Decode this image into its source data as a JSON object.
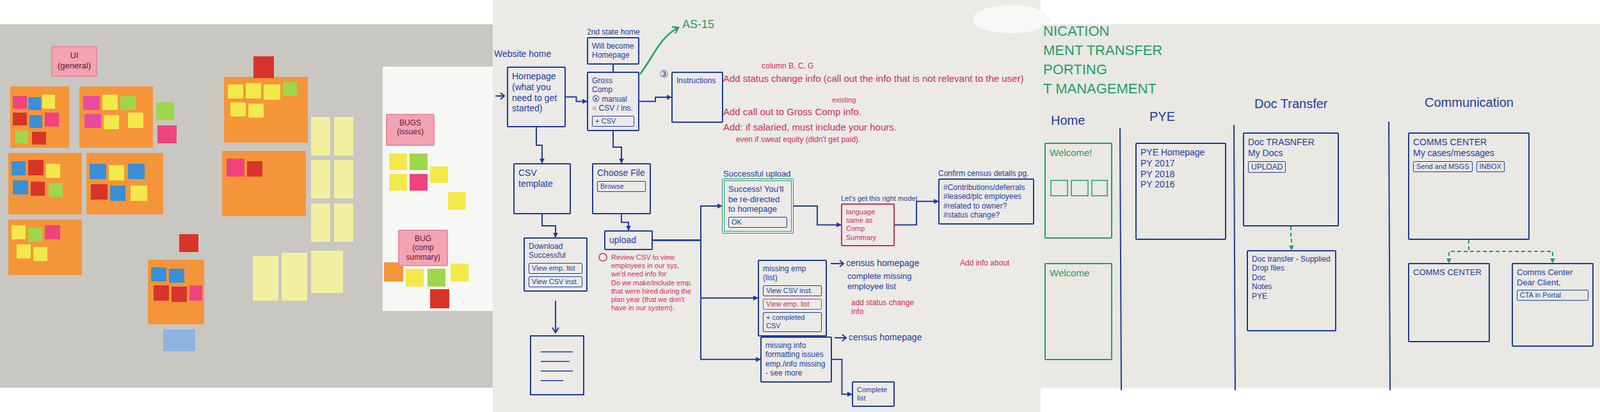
{
  "diagram": {
    "nodes": [
      {
        "text": [
          "UI (general)"
        ]
      },
      {
        "text": [
          "BUGS (issues)"
        ]
      },
      {
        "text": [
          "BUG (comp summary)"
        ]
      },
      {
        "text": [
          "Homepage (what you need to get started)"
        ]
      },
      {
        "text": [
          "2nd state home",
          "Will become Homepage"
        ]
      },
      {
        "text": [
          "Gross Comp",
          "⦿ manual",
          "○ CSV / ins."
        ]
      },
      {
        "text": [
          "+ CSV"
        ],
        "in": 5
      },
      {
        "text": [
          "Instructions"
        ]
      },
      {
        "text": [
          "CSV template"
        ]
      },
      {
        "text": [
          "Choose File"
        ]
      },
      {
        "text": [
          "Browse"
        ],
        "in": 9
      },
      {
        "text": [
          "upload"
        ]
      },
      {
        "text": [
          "Download Successful"
        ]
      },
      {
        "text": [
          "View emp. list"
        ],
        "in": 12
      },
      {
        "text": [
          "View CSV inst."
        ],
        "in": 12
      },
      {
        "text": [
          "Successful upload",
          "Success! You'll be re-directed to homepage"
        ]
      },
      {
        "text": [
          "OK"
        ],
        "in": 15
      },
      {
        "text": [
          "Let's get this right model",
          "language same as Comp Summary"
        ]
      },
      {
        "text": [
          "Confirm census details pg.",
          "#Contributions/deferrals",
          "#leased/plc employees",
          "#related to owner?",
          "#status change?"
        ]
      },
      {
        "text": [
          "missing emp (list)"
        ]
      },
      {
        "text": [
          "View CSV inst."
        ],
        "in": 19
      },
      {
        "text": [
          "View emp. list"
        ],
        "in": 19
      },
      {
        "text": [
          "+ completed CSV"
        ],
        "in": 19
      },
      {
        "text": [
          "missing info",
          "formatting issues",
          "emp./info missing",
          "- see more"
        ]
      },
      {
        "text": [
          "Complete list"
        ]
      },
      {
        "text": [
          "Welcome!"
        ]
      },
      {
        "text": [
          "Welcome"
        ]
      },
      {
        "text": [
          "PYE Homepage",
          "PY 2017",
          "PY 2018",
          "PY 2016"
        ]
      },
      {
        "text": [
          "Doc TRASNFER",
          "My Docs"
        ]
      },
      {
        "text": [
          "UPLOAD"
        ],
        "in": 28
      },
      {
        "text": [
          "Doc transfer - Supplied",
          "Drop files",
          "Doc",
          "Notes",
          "PYE"
        ]
      },
      {
        "text": [
          "COMMS CENTER",
          "My cases/messages"
        ]
      },
      {
        "text": [
          "Send and MSGS"
        ],
        "in": 31
      },
      {
        "text": [
          "INBOX"
        ],
        "in": 31
      },
      {
        "text": [
          "COMMS CENTER"
        ]
      },
      {
        "text": [
          "Comms Center",
          "Dear Client,"
        ]
      },
      {
        "text": [
          "CTA in Portal"
        ],
        "in": 35
      }
    ],
    "edges": [
      {
        "from": 3,
        "to": 5,
        "arrow": "to"
      },
      {
        "from": 4,
        "to": 5,
        "arrow": "none"
      },
      {
        "from": 5,
        "to": 7,
        "arrow": "to"
      },
      {
        "from": 5,
        "to": 9,
        "arrow": "to"
      },
      {
        "from": 3,
        "to": 8,
        "arrow": "to"
      },
      {
        "from": 8,
        "to": 12,
        "arrow": "to"
      },
      {
        "from": 9,
        "to": 11,
        "arrow": "to"
      },
      {
        "from": 11,
        "to": 15,
        "arrow": "to"
      },
      {
        "from": 11,
        "to": 19,
        "arrow": "to"
      },
      {
        "from": 11,
        "to": 23,
        "arrow": "to"
      },
      {
        "from": 15,
        "to": 17,
        "arrow": "to"
      },
      {
        "from": 17,
        "to": 18,
        "arrow": "to"
      },
      {
        "from": 23,
        "to": 24,
        "arrow": "to"
      },
      {
        "from": 28,
        "to": 30,
        "arrow": "to"
      },
      {
        "from": 31,
        "to": 34,
        "arrow": "to"
      },
      {
        "from": 31,
        "to": 35,
        "arrow": "to"
      }
    ],
    "labels": [
      "Website home",
      "AS-15",
      "③",
      "column B, C, G",
      "Add status change info (call out the info that is not relevant to the user)",
      "existing",
      "Add call out to Gross Comp info.",
      "Add: if salaried, must include your hours.",
      "even if sweat equity (didn't get paid).",
      "Review CSV to view employees in our sys, we'd need info for",
      "Do we make/include emp. that were hired during the plan year (that we don't have in our system).",
      "census homepage",
      "complete missing employee list",
      "add status change info",
      "census homepage",
      "Add info about",
      "NICATION",
      "MENT TRANSFER",
      "PORTING",
      "T MANAGEMENT",
      "Home",
      "PYE",
      "Doc Transfer",
      "Communication"
    ]
  }
}
